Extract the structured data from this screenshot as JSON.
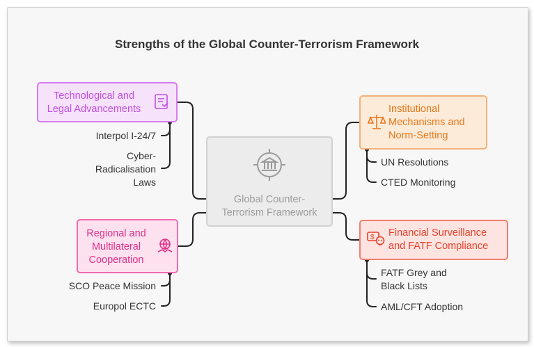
{
  "title": "Strengths of the Global Counter-Terrorism Framework",
  "center": {
    "label_line1": "Global Counter-",
    "label_line2": "Terrorism Framework",
    "icon": "government-building-target-icon"
  },
  "technological": {
    "label_line1": "Technological and",
    "label_line2": "Legal Advancements",
    "icon": "scroll-legal-tech-icon",
    "color": "#c14fe3",
    "items": [
      {
        "line1": "Interpol I-24/7"
      },
      {
        "line1": "Cyber-",
        "line2": "Radicalisation",
        "line3": "Laws"
      }
    ]
  },
  "institutional": {
    "label_line1": "Institutional",
    "label_line2": "Mechanisms and",
    "label_line3": "Norm-Setting",
    "icon": "scales-of-justice-icon",
    "color": "#e8761a",
    "items": [
      {
        "line1": "UN Resolutions"
      },
      {
        "line1": "CTED Monitoring"
      }
    ]
  },
  "regional": {
    "label_line1": "Regional and",
    "label_line2": "Multilateral",
    "label_line3": "Cooperation",
    "icon": "globe-handshake-icon",
    "color": "#df2f8a",
    "items": [
      {
        "line1": "SCO Peace Mission"
      },
      {
        "line1": "Europol ECTC"
      }
    ]
  },
  "financial": {
    "label_line1": "Financial Surveillance",
    "label_line2": "and FATF Compliance",
    "icon": "money-skull-icon",
    "color": "#e8402b",
    "items": [
      {
        "line1": "FATF Grey and",
        "line2": "Black Lists"
      },
      {
        "line1": "AML/CFT Adoption"
      }
    ]
  }
}
